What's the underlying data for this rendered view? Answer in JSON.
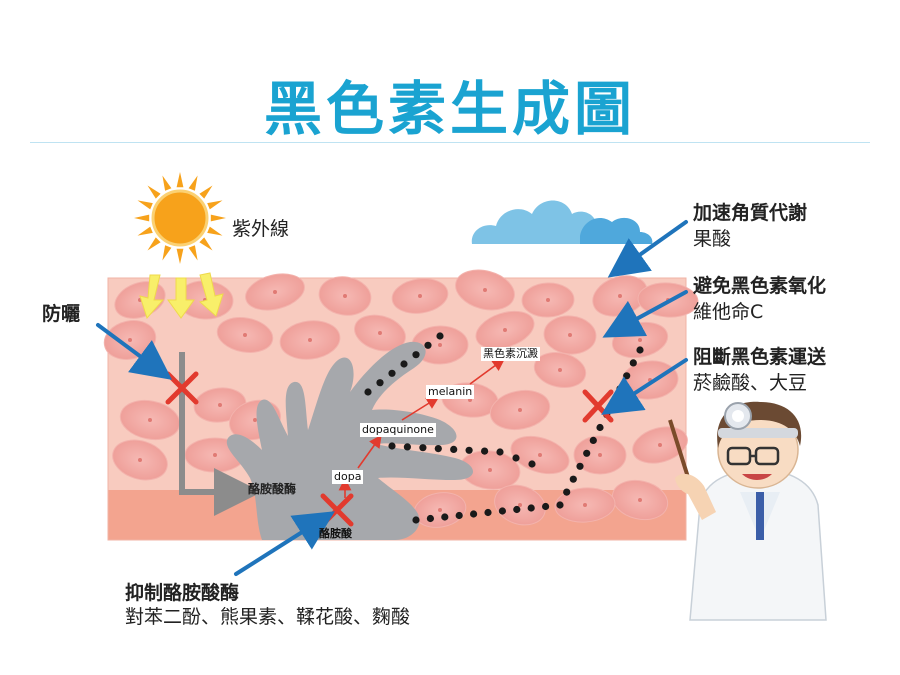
{
  "title": "黑色素生成圖",
  "labels": {
    "uv": "紫外線",
    "sunscreen": "防曬"
  },
  "remedies_right": [
    {
      "title": "加速角質代謝",
      "sub": "果酸"
    },
    {
      "title": "避免黑色素氧化",
      "sub": "維他命C"
    },
    {
      "title": "阻斷黑色素運送",
      "sub": "菸鹼酸、大豆"
    }
  ],
  "remedy_bottom": {
    "title": "抑制酪胺酸酶",
    "sub": "對苯二酚、熊果素、鞣花酸、麴酸"
  },
  "pathway": {
    "tyrosinase": "酪胺酸酶",
    "dopa": "dopa",
    "dopaquinone": "dopaquinone",
    "melanin": "melanin",
    "deposit": "黑色素沉澱",
    "tyrosine": "酪胺酸"
  },
  "colors": {
    "title": "#1aa3d1",
    "skin": "#f6c9be",
    "dermis": "#f4a892",
    "cell": "#f2a8a3",
    "melanocyte": "#a7a9ad",
    "arrow": "#1f74bb",
    "cross": "#e23a2e",
    "sun": "#f7a21b",
    "cloud": "#7ec3e6"
  },
  "icons": [
    "sun-icon",
    "cloud-icon",
    "doctor-icon",
    "block-x-icon",
    "arrow-icon"
  ]
}
